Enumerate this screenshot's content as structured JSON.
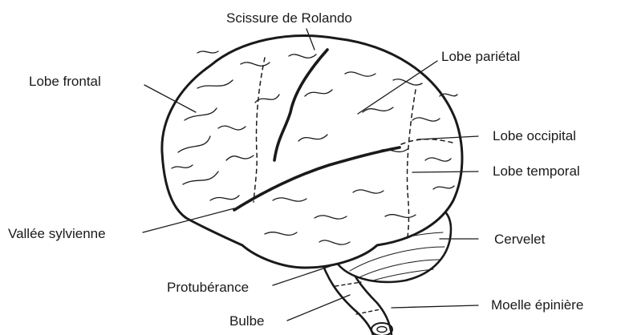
{
  "labels": {
    "rolando": "Scissure de Rolando",
    "parietal": "Lobe pariétal",
    "frontal": "Lobe frontal",
    "occipital": "Lobe occipital",
    "temporal": "Lobe temporal",
    "sylvienne": "Vallée sylvienne",
    "cervelet": "Cervelet",
    "protuberance": "Protubérance",
    "moelle": "Moelle épinière",
    "bulbe": "Bulbe"
  }
}
